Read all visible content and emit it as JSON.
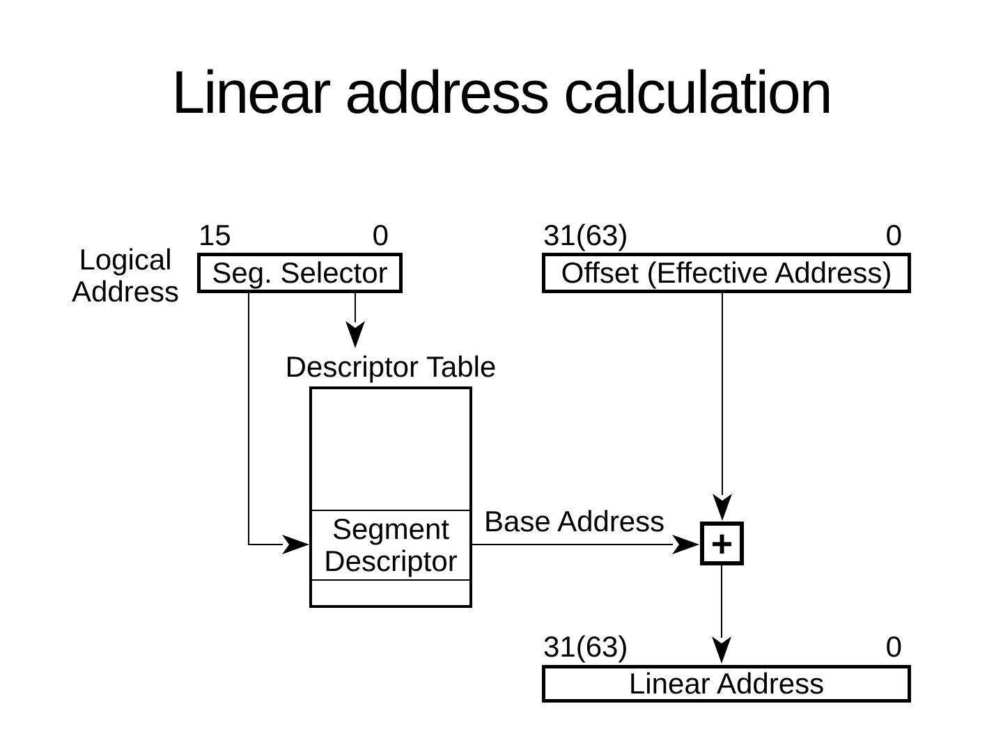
{
  "title": "Linear address calculation",
  "colors": {
    "ink": "#000000",
    "background": "#ffffff"
  },
  "diagram": {
    "logical_address": {
      "label": "Logical\nAddress"
    },
    "seg_selector": {
      "bit_high": "15",
      "bit_low": "0",
      "label": "Seg. Selector"
    },
    "offset": {
      "bit_high": "31(63)",
      "bit_low": "0",
      "label": "Offset (Effective Address)"
    },
    "descriptor_table": {
      "title": "Descriptor Table",
      "segment_descriptor": "Segment\nDescriptor"
    },
    "base_address": {
      "label": "Base Address"
    },
    "adder": {
      "symbol": "+"
    },
    "linear_address": {
      "bit_high": "31(63)",
      "bit_low": "0",
      "label": "Linear Address"
    }
  }
}
